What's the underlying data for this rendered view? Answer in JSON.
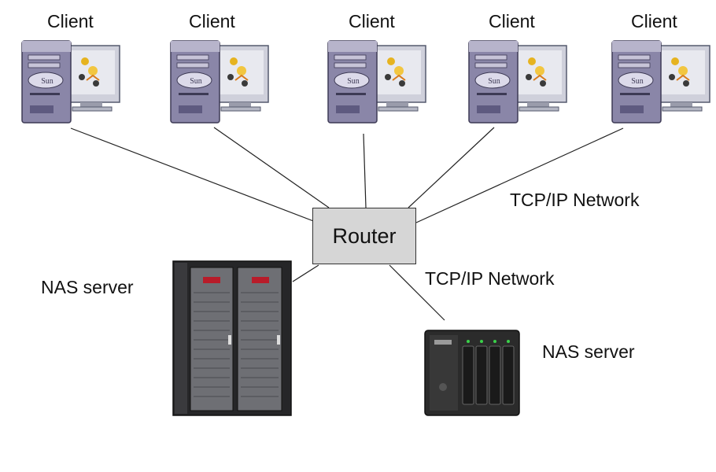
{
  "clients": [
    {
      "label": "Client"
    },
    {
      "label": "Client"
    },
    {
      "label": "Client"
    },
    {
      "label": "Client"
    },
    {
      "label": "Client"
    }
  ],
  "router": {
    "label": "Router"
  },
  "networks": {
    "upper": "TCP/IP Network",
    "lower": "TCP/IP Network"
  },
  "servers": {
    "rack": {
      "label": "NAS server"
    },
    "box": {
      "label": "NAS server"
    }
  },
  "colors": {
    "router_fill": "#d6d6d6",
    "tower": "#8a86a8",
    "monitor": "#d9dae3",
    "rack": "#262628",
    "nas_box": "#2b2b2b"
  },
  "icons": {
    "client": "workstation-icon",
    "rack": "rack-server-icon",
    "box": "nas-box-icon"
  }
}
